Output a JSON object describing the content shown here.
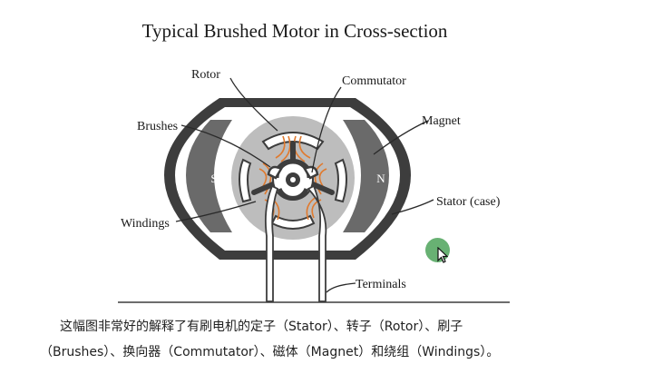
{
  "title": "Typical Brushed Motor in Cross-section",
  "labels": {
    "rotor": "Rotor",
    "commutator": "Commutator",
    "brushes": "Brushes",
    "magnet": "Magnet",
    "windings": "Windings",
    "stator": "Stator (case)",
    "terminals": "Terminals",
    "pole_s": "S",
    "pole_n": "N"
  },
  "caption": {
    "line1": "这幅图非常好的解释了有刷电机的定子（Stator）、转子（Rotor）、刷子",
    "line2": "（Brushes）、换向器（Commutator）、磁体（Magnet）和绕组（Windings）。"
  },
  "colors": {
    "case": "#3d3d3d",
    "magnet": "#6a6a6a",
    "rotor": "#bdbdbd",
    "winding": "#e07a2e",
    "cursor": "#4ea35a"
  },
  "icons": {
    "cursor": "cursor-arrow-icon"
  }
}
